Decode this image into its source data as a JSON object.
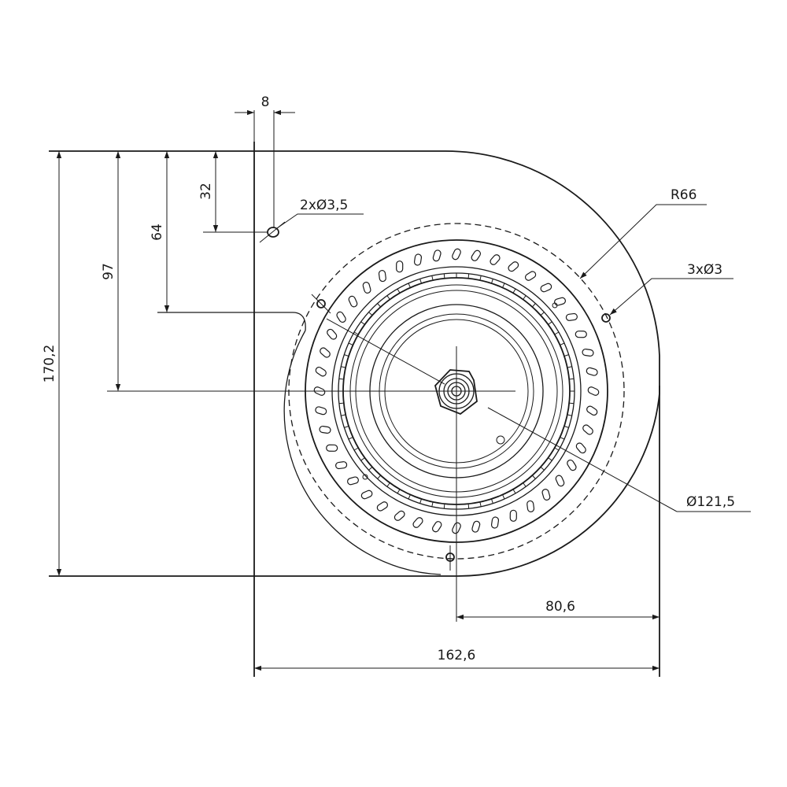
{
  "dimensions": {
    "slot_width": "8",
    "mount_hole_offset": "32",
    "inlet_offset": "64",
    "axis_offset": "97",
    "total_height": "170,2",
    "hole_count_small": "2xØ3,5",
    "radius": "R66",
    "hole_count_flange": "3xØ3",
    "flange_diameter": "Ø121,5",
    "axis_to_outlet": "80,6",
    "total_width": "162,6"
  },
  "colors": {
    "line": "#1a1a1a",
    "background": "#ffffff"
  }
}
